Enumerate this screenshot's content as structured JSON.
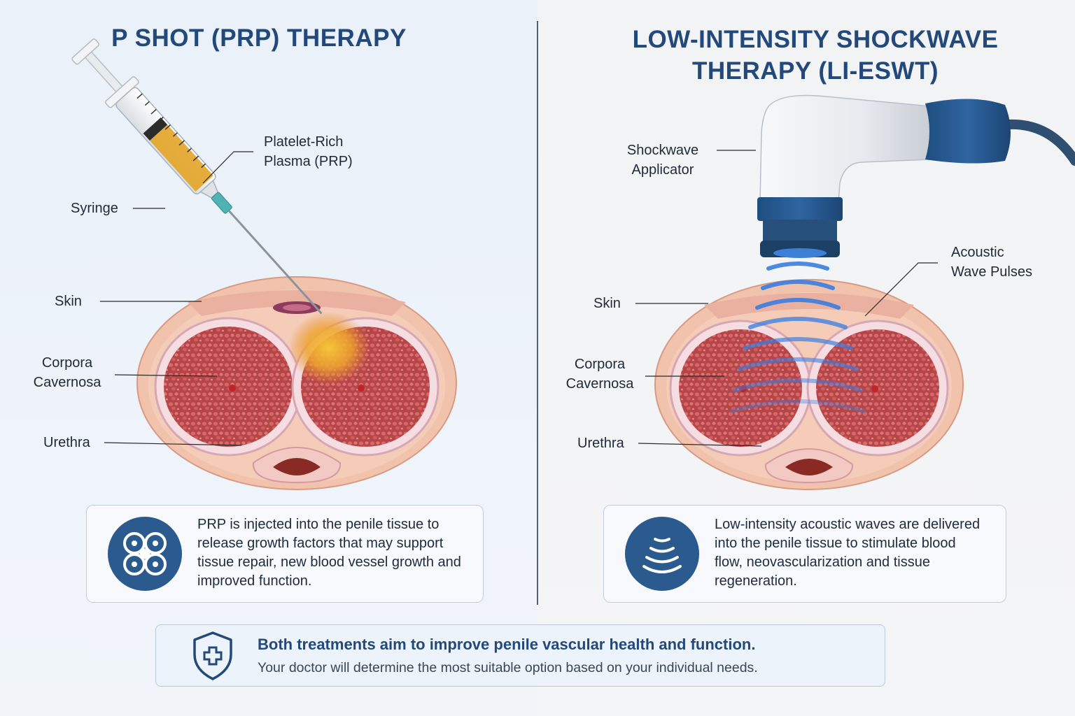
{
  "left_panel": {
    "title": "P SHOT (PRP) THERAPY",
    "labels": {
      "prp_line1": "Platelet-Rich",
      "prp_line2": "Plasma (PRP)",
      "syringe": "Syringe",
      "skin": "Skin",
      "corpora_line1": "Corpora",
      "corpora_line2": "Cavernosa",
      "urethra": "Urethra"
    },
    "description": "PRP is injected into the penile tissue to release growth factors that may support tissue repair, new blood vessel growth and improved function.",
    "icon": "platelet-cells-icon"
  },
  "right_panel": {
    "title": "LOW-INTENSITY SHOCKWAVE THERAPY (LI-ESWT)",
    "labels": {
      "applicator_line1": "Shockwave",
      "applicator_line2": "Applicator",
      "acoustic_line1": "Acoustic",
      "acoustic_line2": "Wave Pulses",
      "skin": "Skin",
      "corpora_line1": "Corpora",
      "corpora_line2": "Cavernosa",
      "urethra": "Urethra"
    },
    "description": "Low-intensity acoustic waves are delivered into the penile tissue to stimulate blood flow, neovascularization and tissue regeneration.",
    "icon": "sound-wave-icon"
  },
  "note": {
    "heading": "Both treatments aim to improve penile vascular health and function.",
    "subtext": "Your doctor will determine the most suitable option based on your individual needs.",
    "icon": "medical-shield-icon"
  },
  "colors": {
    "title": "#22497a",
    "accent_blue": "#2b5a8f",
    "wave_blue": "#3b7ee0",
    "prp_yellow": "#e3a427",
    "tissue": "#e8a48c"
  }
}
